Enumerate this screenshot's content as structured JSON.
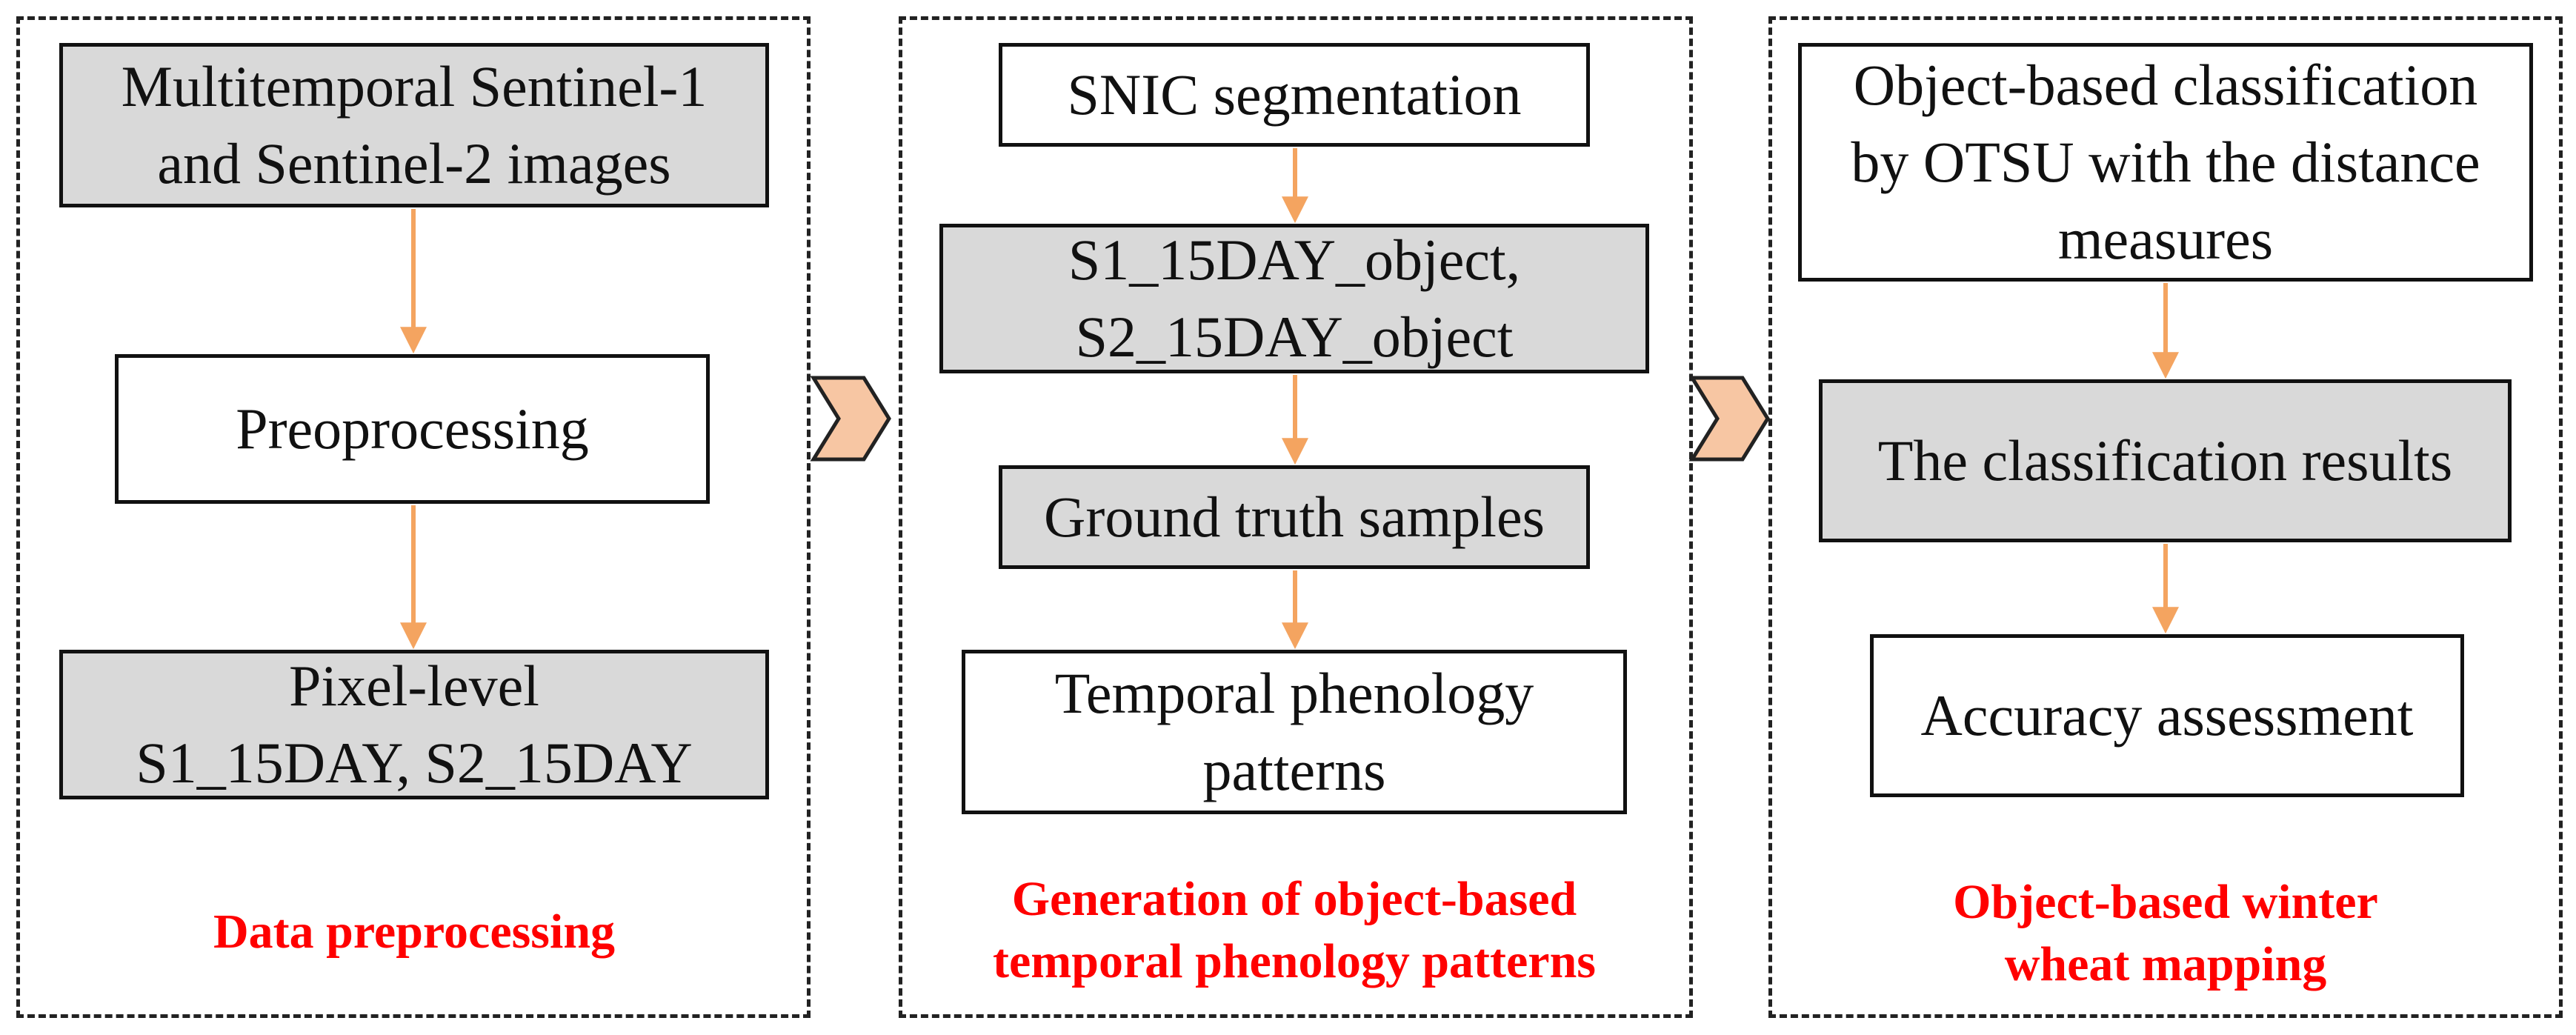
{
  "colors": {
    "arrow": "#f4a460",
    "chevron_fill": "#f7c6a3",
    "chevron_stroke": "#222222",
    "caption": "#ff0000",
    "gray_box": "#d9d9d9"
  },
  "panels": [
    {
      "caption": "Data preprocessing",
      "boxes": [
        {
          "text": "Multitemporal Sentinel-1\nand Sentinel-2 images",
          "style": "gray"
        },
        {
          "text": "Preoprocessing",
          "style": "white"
        },
        {
          "text": "Pixel-level\nS1_15DAY, S2_15DAY",
          "style": "gray"
        }
      ]
    },
    {
      "caption": "Generation of object-based\ntemporal phenology patterns",
      "boxes": [
        {
          "text": "SNIC segmentation",
          "style": "white"
        },
        {
          "text": "S1_15DAY_object,\nS2_15DAY_object",
          "style": "gray"
        },
        {
          "text": "Ground truth samples",
          "style": "gray"
        },
        {
          "text": "Temporal  phenology\npatterns",
          "style": "white"
        }
      ]
    },
    {
      "caption": "Object-based winter\nwheat mapping",
      "boxes": [
        {
          "text": "Object-based classification\nby OTSU with the distance\nmeasures",
          "style": "white"
        },
        {
          "text": "The classification results",
          "style": "gray"
        },
        {
          "text": "Accuracy assessment",
          "style": "white"
        }
      ]
    }
  ]
}
